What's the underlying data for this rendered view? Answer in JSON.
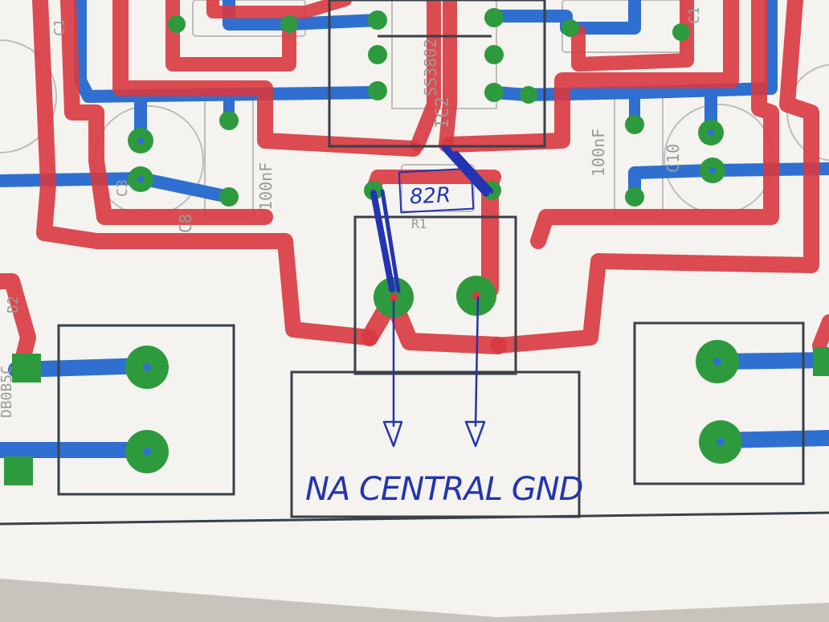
{
  "colors": {
    "top_copper": "#d8383f",
    "bottom_copper": "#2f6fd0",
    "pad": "#2e9a3e",
    "outline": "#3a3f48",
    "ink": "#2334b0",
    "paper": "#f3f2ee",
    "silkscreen": "#9a9a9a"
  },
  "silkscreen": {
    "ic_name": "IC2",
    "ic_part": "SS3802",
    "cap_left_value": "100nF",
    "cap_left_name": "C8",
    "cap_left_name_2": "C3",
    "cap_right_value": "100nF",
    "cap_right_name": "C10",
    "cap_top_right": "C1",
    "cap_far_left": "C1",
    "resistor_name": "R1",
    "left_designator": "D2",
    "left_part": "DB0B5C"
  },
  "annotations": {
    "resistor_value": "82R",
    "note": "NA CENTRAL GND"
  }
}
